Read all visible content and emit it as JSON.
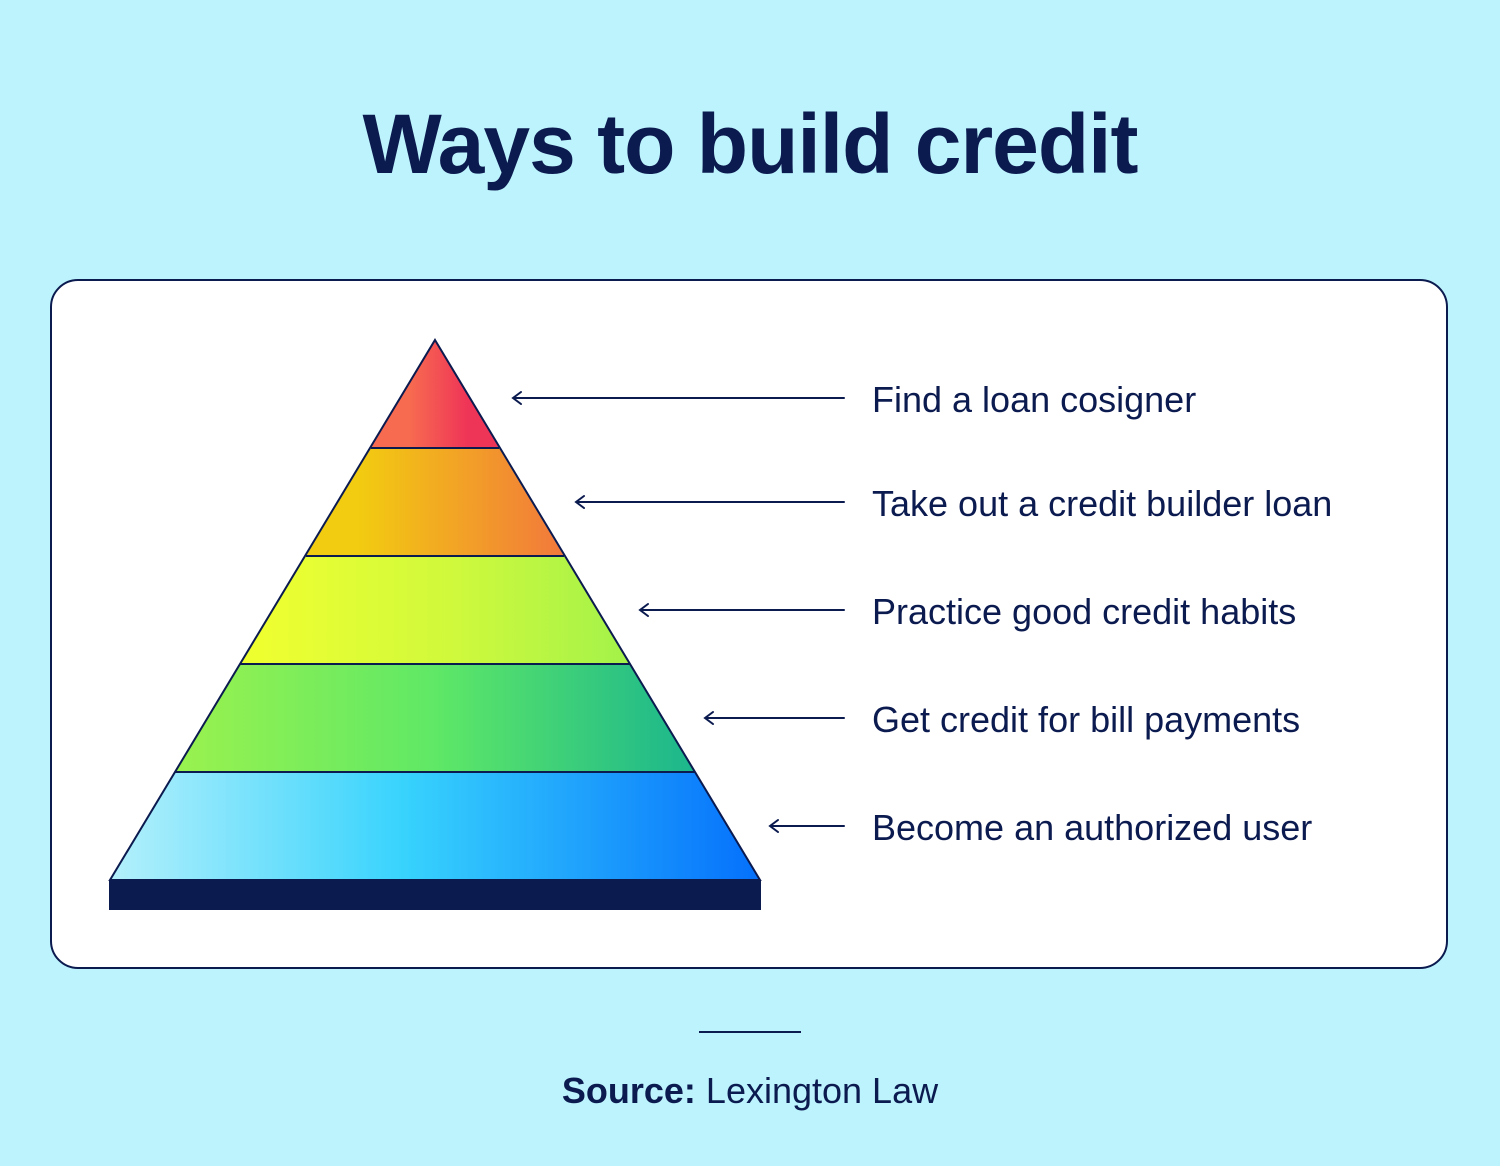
{
  "title": "Ways to build credit",
  "pyramid": {
    "levels": [
      {
        "label": "Find a loan cosigner",
        "colors": [
          "#f76b50",
          "#ef3557"
        ]
      },
      {
        "label": "Take out a credit builder loan",
        "colors": [
          "#f2cc10",
          "#f2783c"
        ]
      },
      {
        "label": "Practice good credit habits",
        "colors": [
          "#eeff30",
          "#a3f24a"
        ]
      },
      {
        "label": "Get credit for bill payments",
        "colors": [
          "#9af24e",
          "#1bb68d"
        ]
      },
      {
        "label": "Become an authorized user",
        "colors": [
          "#b4f0fb",
          "#0570fc"
        ]
      }
    ],
    "base_color": "#0b1a4f",
    "outline_color": "#0b1a4f"
  },
  "footer": {
    "source_label": "Source:",
    "source_value": " Lexington Law"
  }
}
